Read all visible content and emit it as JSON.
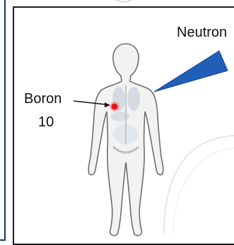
{
  "labels": {
    "neutron": "Neutron",
    "boron_line1": "Boron",
    "boron_line2": "10"
  },
  "colors": {
    "beam": "#1f5fb8",
    "tumor": "#e8161b",
    "frame": "#1b1b1b",
    "frame_left": "#1b3a5c",
    "body_outline": "#6e6e6e",
    "body_fill": "#f2f2f2",
    "organ": "#c9d2db"
  },
  "icons": {
    "body": "human-body-outline-icon",
    "tumor": "tumor-dot-icon",
    "beam": "neutron-beam-icon",
    "arrow": "pointer-arrow-icon"
  }
}
